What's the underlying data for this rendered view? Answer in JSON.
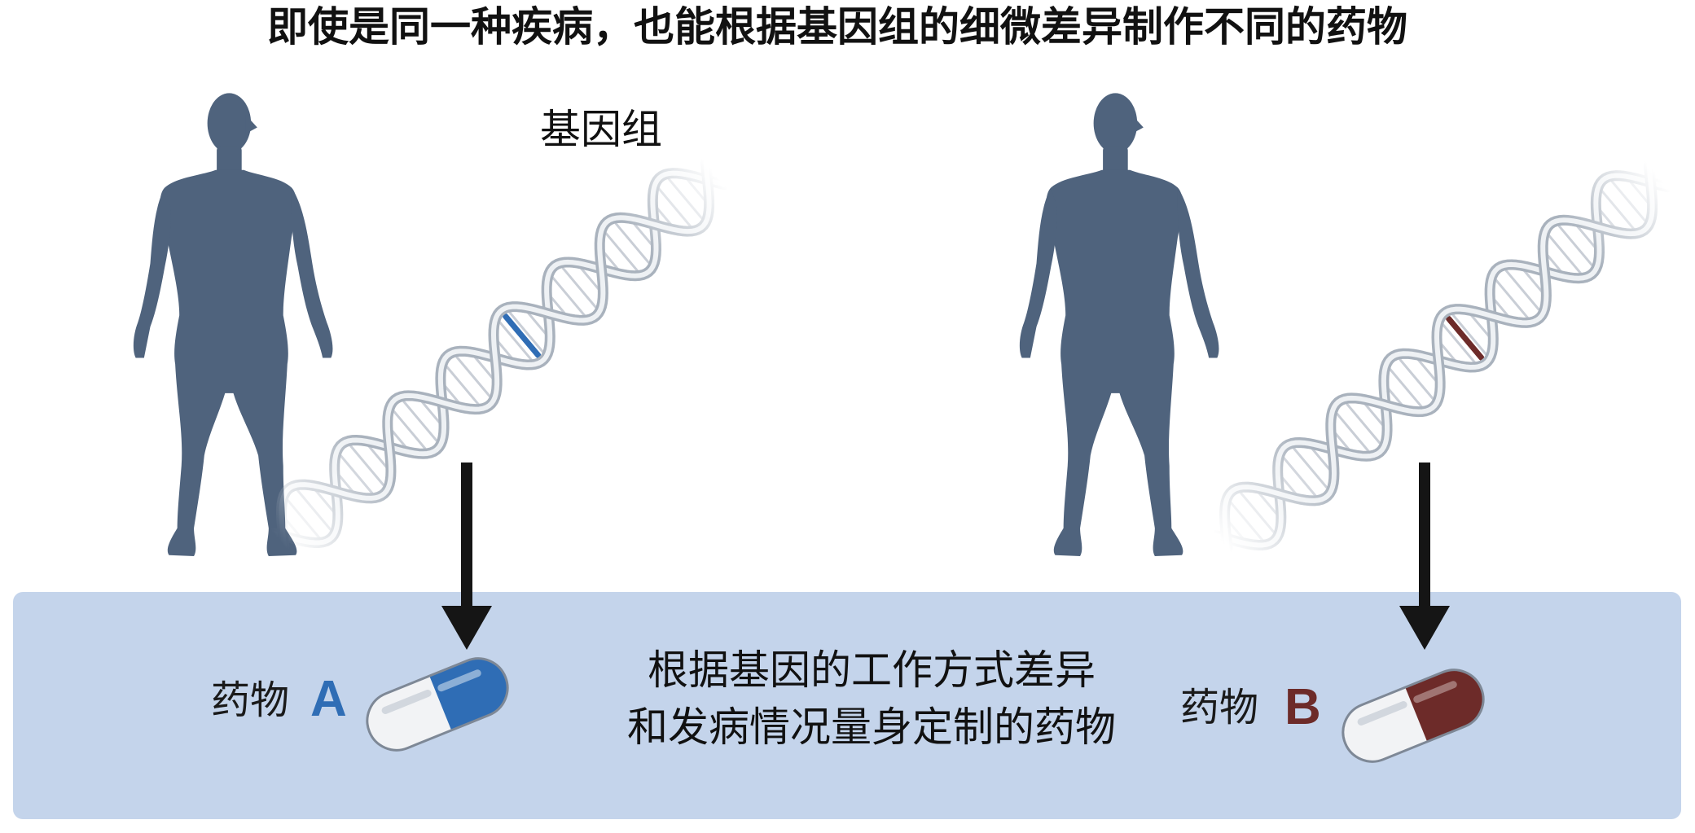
{
  "title": "即使是同一种疾病，也能根据基因组的细微差异制作不同的药物",
  "genome_label": "基因组",
  "panel": {
    "note_lines": [
      "根据基因的工作方式差异",
      "和发病情况量身定制的药物"
    ]
  },
  "left_patient": {
    "drug_label": "药物",
    "drug_letter": "A",
    "figure_icon": "human-silhouette-icon",
    "genome_icon": "dna-helix-icon",
    "arrow_icon": "down-arrow-icon",
    "drug_icon": "capsule-icon"
  },
  "right_patient": {
    "drug_label": "药物",
    "drug_letter": "B",
    "figure_icon": "human-silhouette-icon",
    "genome_icon": "dna-helix-icon",
    "arrow_icon": "down-arrow-icon",
    "drug_icon": "capsule-icon"
  },
  "colors": {
    "drug_a": "#2f6db5",
    "drug_b": "#6d2b29",
    "panel": "#c4d4eb",
    "silhouette": "#4f637d",
    "arrow": "#151515",
    "dna_strand": "#eef1f4"
  }
}
